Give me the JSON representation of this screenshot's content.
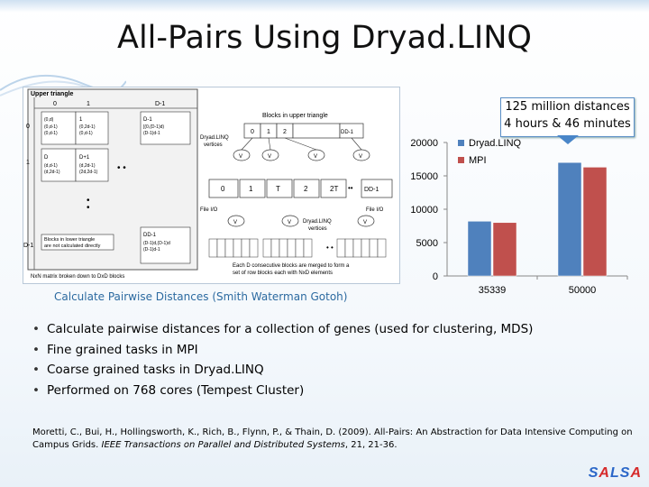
{
  "slide": {
    "title": "All-Pairs Using Dryad.LINQ",
    "caption": "Calculate  Pairwise Distances (Smith Waterman Gotoh)",
    "callout": {
      "line1": "125 million distances",
      "line2": "4 hours & 46 minutes"
    },
    "bullets": [
      "Calculate pairwise distances for a collection of genes (used for clustering, MDS)",
      "Fine grained tasks in MPI",
      "Coarse grained tasks in Dryad.LINQ",
      "Performed on 768 cores (Tempest Cluster)"
    ],
    "reference": {
      "line1": "Moretti, C., Bui, H., Hollingsworth, K., Rich, B., Flynn, P., & Thain, D. (2009). All-Pairs: An Abstraction for Data Intensive Computing on",
      "line2_pre": "Campus Grids.",
      "line2_italic": "IEEE Transactions on Parallel and Distributed Systems",
      "line2_post": ", 21, 21-36."
    },
    "logo": {
      "s1": "S",
      "a1": "A",
      "l": "L",
      "s2": "S",
      "a2": "A"
    }
  },
  "diagram": {
    "matrix_header": "Upper triangle",
    "col_labels": [
      "0",
      "1",
      "D-1"
    ],
    "row_labels": [
      "0",
      "1",
      "D-1"
    ],
    "cell_00": [
      "(0,d-1)",
      "(0,d-1)"
    ],
    "cell_01": [
      "(0,d)",
      "(0,2d-1)",
      "(0,d-1)",
      "(0,d-1)"
    ],
    "cell_0d": [
      "[(0,(D-1)d)",
      "(D-1)d-1"
    ],
    "cell_1": "D",
    "cell_1b": [
      "(d,d-1)",
      "(d,2d-1)"
    ],
    "cell_1c": "D+1",
    "cell_1d": [
      "(d,2d-1)",
      "(2d,2d-1)"
    ],
    "lower_note": [
      "Blocks in lower triangle",
      "are not calculated directly"
    ],
    "cell_dd": "DD-1",
    "cell_dd_sub": [
      "(D-1)d,(D-1)d",
      "(D-1)d-1"
    ],
    "matrix_footer": "NxN matrix broken down to DxD blocks",
    "blocks_header": "Blocks in upper triangle",
    "top_blocks": [
      "0",
      "1",
      "2",
      "DD-1"
    ],
    "dryad_label1": [
      "Dryad.LINQ",
      "vertices"
    ],
    "v_label": "V",
    "mid_blocks": [
      "0",
      "1",
      "2",
      "DD-1"
    ],
    "file_io": "File I/O",
    "dryad_label2": [
      "Dryad.LINQ",
      "vertices"
    ],
    "dots": "• •",
    "merge_note": [
      "Each D consecutive blocks are merged to form a",
      "set of row blocks each with NxD elements"
    ]
  },
  "chart_data": {
    "type": "bar",
    "categories": [
      "35339",
      "50000"
    ],
    "series": [
      {
        "name": "Dryad.LINQ",
        "values": [
          8200,
          17000
        ],
        "color": "#4f81bd"
      },
      {
        "name": "MPI",
        "values": [
          8000,
          16300
        ],
        "color": "#c0504d"
      }
    ],
    "yticks": [
      "0",
      "5000",
      "10000",
      "15000",
      "20000"
    ],
    "ylim": [
      0,
      20000
    ],
    "legend": "top-left inside plot"
  }
}
